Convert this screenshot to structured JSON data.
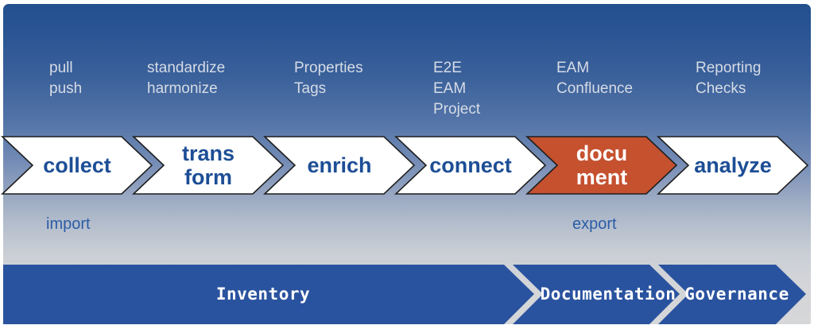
{
  "stages": [
    {
      "name": "collect",
      "label": "collect",
      "tools": "pull\npush",
      "note": "import"
    },
    {
      "name": "transform",
      "label": "trans\nform",
      "tools": "standardize\nharmonize",
      "note": ""
    },
    {
      "name": "enrich",
      "label": "enrich",
      "tools": "Properties\nTags",
      "note": ""
    },
    {
      "name": "connect",
      "label": "connect",
      "tools": "E2E\nEAM\nProject",
      "note": ""
    },
    {
      "name": "document",
      "label": "docu\nment",
      "tools": "EAM\nConfluence",
      "note": "export",
      "highlighted": true
    },
    {
      "name": "analyze",
      "label": "analyze",
      "tools": "Reporting\nChecks",
      "note": ""
    }
  ],
  "phases": [
    {
      "label": "Inventory"
    },
    {
      "label": "Documentation"
    },
    {
      "label": "Governance"
    }
  ],
  "colors": {
    "gradient_top": "#24508f",
    "gradient_bottom": "#d6d7d9",
    "chevron_fill": "#ffffff",
    "chevron_outline": "#1f1f1f",
    "chevron_text": "#1d4e96",
    "highlight_fill": "#c5512f",
    "highlight_text": "#ffffff",
    "note_text": "#2b5ca6",
    "tools_text": "#d6dce6",
    "phase_bar_fill": "#2a539f",
    "phase_text": "#ffffff"
  }
}
